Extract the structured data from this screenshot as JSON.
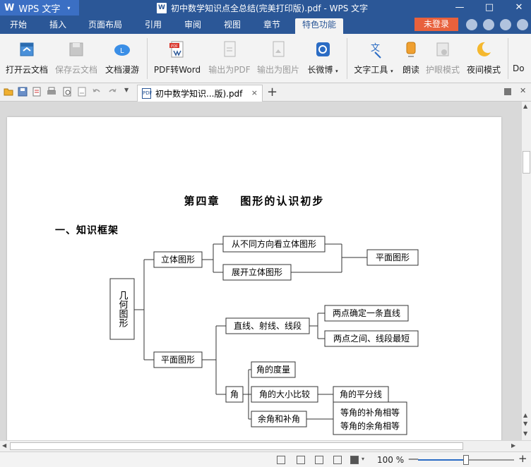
{
  "app": {
    "logo": "W",
    "name": "WPS 文字",
    "menu_arrow": "▾"
  },
  "window": {
    "title": "初中数学知识点全总结(完美打印版).pdf - WPS 文字",
    "min": "—",
    "max": "□",
    "close": "✕"
  },
  "menu": {
    "items": [
      "开始",
      "插入",
      "页面布局",
      "引用",
      "审阅",
      "视图",
      "章节",
      "特色功能"
    ],
    "active_index": 7,
    "login": "未登录"
  },
  "ribbon": {
    "buttons": [
      {
        "label": "打开云文档",
        "icon": "cloud-open-icon",
        "disabled": false
      },
      {
        "label": "保存云文档",
        "icon": "cloud-save-icon",
        "disabled": true
      },
      {
        "label": "文档漫游",
        "icon": "cloud-roam-icon",
        "disabled": false
      },
      {
        "label": "PDF转Word",
        "icon": "pdf-to-word-icon",
        "disabled": false
      },
      {
        "label": "输出为PDF",
        "icon": "export-pdf-icon",
        "disabled": true
      },
      {
        "label": "输出为图片",
        "icon": "export-image-icon",
        "disabled": true
      },
      {
        "label": "长微博",
        "icon": "long-weibo-icon",
        "disabled": false,
        "dropdown": true
      },
      {
        "label": "文字工具",
        "icon": "text-tools-icon",
        "disabled": false,
        "dropdown": true
      },
      {
        "label": "朗读",
        "icon": "read-aloud-icon",
        "disabled": false
      },
      {
        "label": "护眼模式",
        "icon": "eye-protection-icon",
        "disabled": true
      },
      {
        "label": "夜间模式",
        "icon": "night-mode-icon",
        "disabled": false
      },
      {
        "label": "Do",
        "icon": "more-icon",
        "disabled": false
      }
    ]
  },
  "tab": {
    "label": "初中数学知识...版).pdf",
    "close": "×",
    "new": "+"
  },
  "page": {
    "chapter_title": "第四章    图形的认识初步",
    "section_title": "一、知识框架",
    "tree": {
      "root": "几何图形",
      "solid": "立体图形",
      "view_three": "从不同方向看立体图形",
      "unfold": "展开立体图形",
      "plane_shape": "平面图形",
      "plane": "平面图形",
      "lines": "直线、射线、线段",
      "two_points": "两点确定一条直线",
      "shortest": "两点之间、线段最短",
      "angle": "角",
      "measure": "角的度量",
      "compare": "角的大小比较",
      "bisector": "角的平分线",
      "complement": "余角和补角",
      "equal_1": "等角的补角相等",
      "equal_2": "等角的余角相等"
    }
  },
  "status": {
    "zoom": "100 %",
    "zoom_level": 0.5,
    "minus": "—",
    "plus": "+"
  },
  "colors": {
    "titlebar": "#2b5797",
    "accent": "#3b6fc4",
    "login": "#e8613c"
  }
}
